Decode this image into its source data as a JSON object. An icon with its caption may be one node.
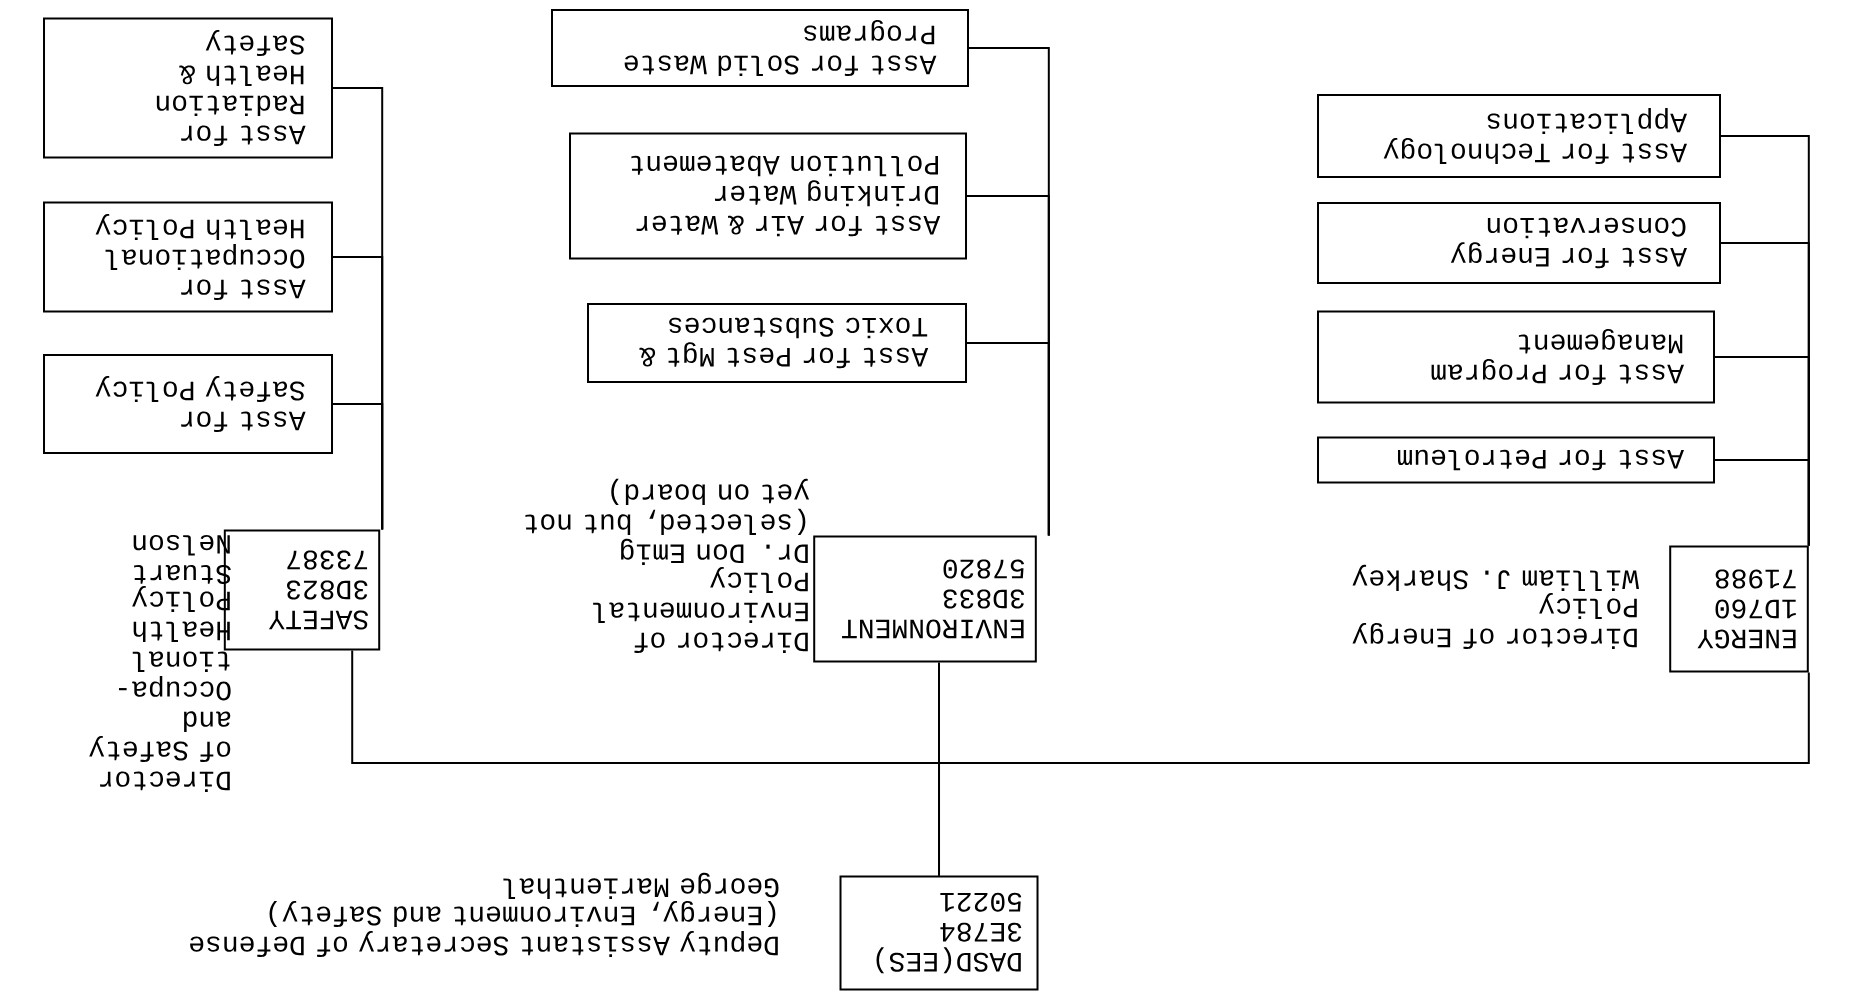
{
  "diagram": {
    "nodes": [
      {
        "text": [
          "DASD(EES)",
          "3E784",
          "50221"
        ],
        "beside": [
          "Deputy Assistant Secretary of Defense (Energy, Environment and Safety)",
          "George Marienthal"
        ]
      },
      {
        "text": [
          "ENERGY",
          "1D760",
          "71988"
        ],
        "beside": [
          "Director of Energy Policy",
          "William J. Sharkey"
        ]
      },
      {
        "text": [
          "ENVIRONMENT",
          "3D833",
          "57820"
        ],
        "beside": [
          "Director of Environmental Policy",
          "Dr. Don Emig (selected, but not yet on board)"
        ]
      },
      {
        "text": [
          "SAFETY",
          "3D823",
          "73387"
        ],
        "beside": [
          "Director of Safety and Occupa- tional Health Policy",
          "Stuart Nelson"
        ]
      },
      {
        "text": [
          "Asst for Petroleum"
        ]
      },
      {
        "text": [
          "Asst for Program Management"
        ]
      },
      {
        "text": [
          "Asst for Energy Conservation"
        ]
      },
      {
        "text": [
          "Asst for Technology Applications"
        ]
      },
      {
        "text": [
          "Asst for Pest Mgt & Toxic Substances"
        ]
      },
      {
        "text": [
          "Asst for Air & Water Drinking Water Pollution Abatement"
        ]
      },
      {
        "text": [
          "Asst for Solid Waste Programs"
        ]
      },
      {
        "text": [
          "Asst for Safety Policy"
        ]
      },
      {
        "text": [
          "Asst for Occupational Health Policy"
        ]
      },
      {
        "text": [
          "Asst for Radiation Health & Safety"
        ]
      }
    ],
    "edges": [
      {
        "from": 0,
        "to": 1,
        "arrow": "none"
      },
      {
        "from": 0,
        "to": 2,
        "arrow": "none"
      },
      {
        "from": 0,
        "to": 3,
        "arrow": "none"
      },
      {
        "from": 1,
        "to": 4,
        "arrow": "none"
      },
      {
        "from": 1,
        "to": 5,
        "arrow": "none"
      },
      {
        "from": 1,
        "to": 6,
        "arrow": "none"
      },
      {
        "from": 1,
        "to": 7,
        "arrow": "none"
      },
      {
        "from": 2,
        "to": 8,
        "arrow": "none"
      },
      {
        "from": 2,
        "to": 9,
        "arrow": "none"
      },
      {
        "from": 2,
        "to": 10,
        "arrow": "none"
      },
      {
        "from": 3,
        "to": 11,
        "arrow": "none"
      },
      {
        "from": 3,
        "to": 12,
        "arrow": "none"
      },
      {
        "from": 3,
        "to": 13,
        "arrow": "none"
      }
    ]
  }
}
